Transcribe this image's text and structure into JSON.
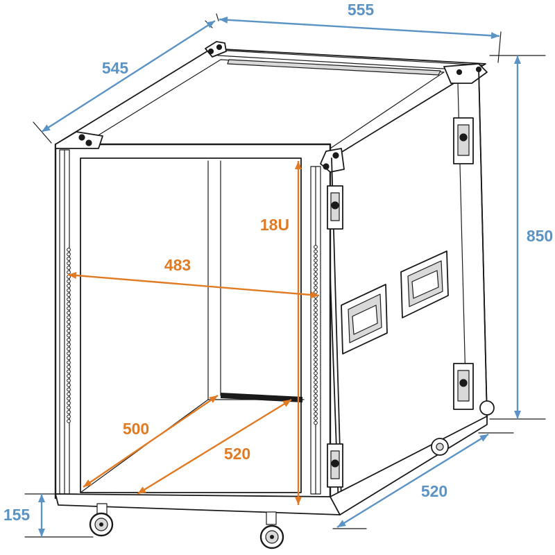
{
  "colors": {
    "outer_dimension": "#5b93c5",
    "inner_dimension": "#e07a23",
    "outline": "#1a1a1a"
  },
  "outer_dimensions": {
    "width": "555",
    "depth": "545",
    "height": "850",
    "depth_bottom": "520",
    "wheel_height": "155"
  },
  "inner_dimensions": {
    "rack_units": "18U",
    "rack_width": "483",
    "depth_rail": "500",
    "depth_floor": "520"
  }
}
